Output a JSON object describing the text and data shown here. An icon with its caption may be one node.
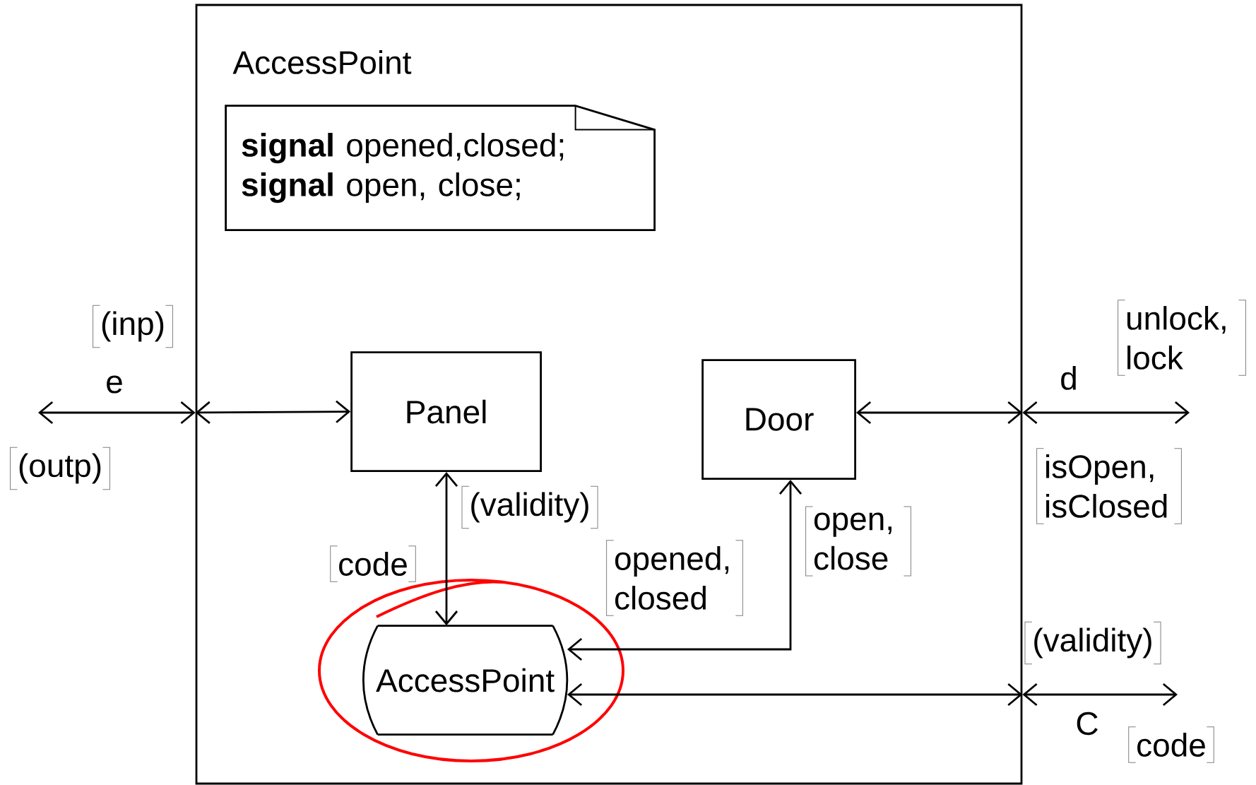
{
  "diagram": {
    "nodes": [
      {
        "text": [
          "AccessPoint"
        ]
      },
      {
        "text": [
          "**signal** opened,closed; **signal** open, close;"
        ],
        "in": 0
      },
      {
        "text": [
          "Panel"
        ],
        "in": 0
      },
      {
        "text": [
          "Door"
        ],
        "in": 0
      },
      {
        "text": [
          "AccessPoint"
        ],
        "in": 0
      }
    ],
    "edges": [
      {
        "from": null,
        "to": 0,
        "arrow": "both",
        "label": "e"
      },
      {
        "from": 0,
        "to": 2,
        "arrow": "both"
      },
      {
        "from": 2,
        "to": 4,
        "arrow": "both"
      },
      {
        "from": 4,
        "to": 3,
        "arrow": "both"
      },
      {
        "from": 3,
        "to": 0,
        "arrow": "both"
      },
      {
        "from": 0,
        "to": null,
        "arrow": "both",
        "label": "d"
      },
      {
        "from": 4,
        "to": 0,
        "arrow": "both"
      },
      {
        "from": 0,
        "to": null,
        "arrow": "both",
        "label": "C"
      }
    ],
    "labels": [
      "(inp)",
      "unlock, lock",
      "(outp)",
      "isOpen, isClosed",
      "(validity)",
      "code",
      "opened, closed",
      "open, close",
      "(validity)",
      "code"
    ]
  }
}
